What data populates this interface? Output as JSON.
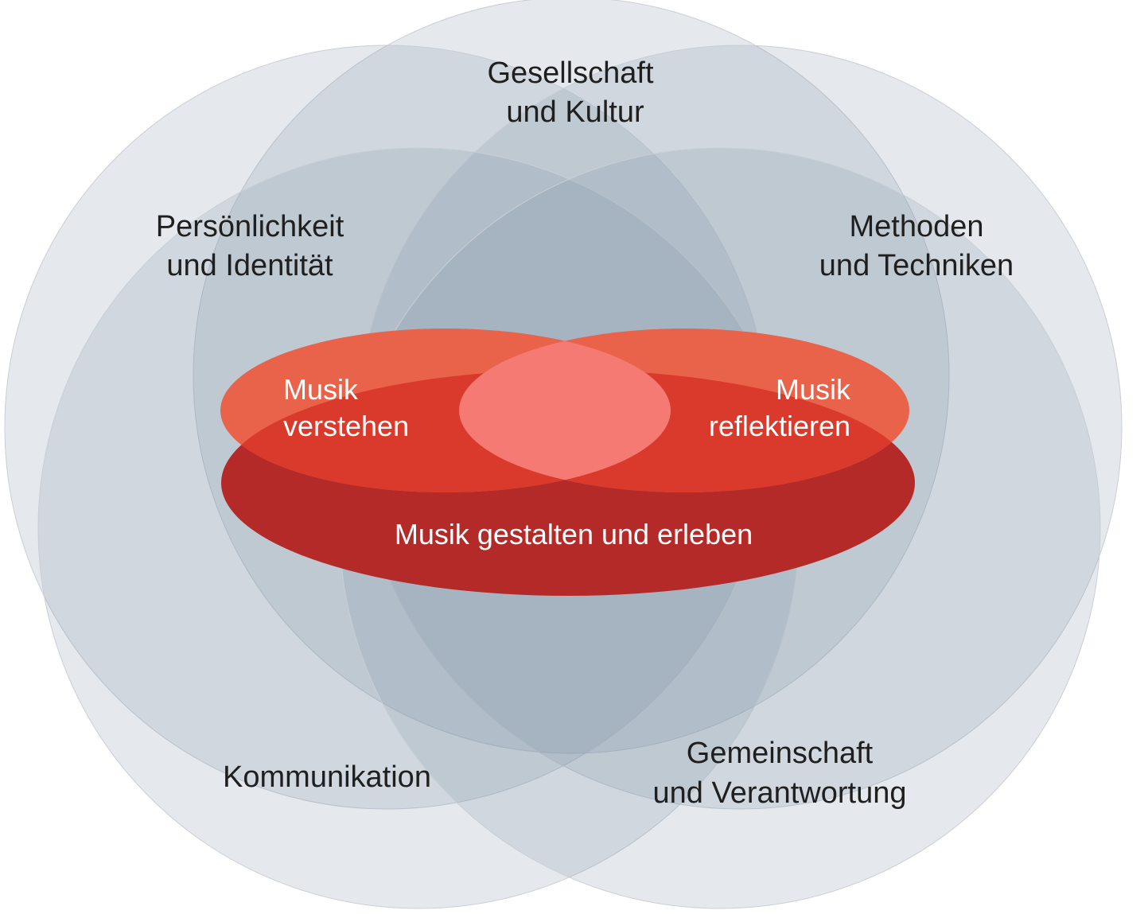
{
  "colors": {
    "outer_circle_fill": "#7f8fa3",
    "outer_circle_stroke": "#c9ced6",
    "label_text": "#1f1f1f",
    "ellipse_upper": "#e8634a",
    "ellipse_lower": "#b32a28",
    "ellipse_overlap": "#da3a2b",
    "lens_center": "#f47a73",
    "white_text": "#ffffff"
  },
  "circles": {
    "gesellschaft": {
      "line1": "Gesellschaft",
      "line2": "und Kultur"
    },
    "persoenlichkeit": {
      "line1": "Persönlichkeit",
      "line2": "und Identität"
    },
    "methoden": {
      "line1": "Methoden",
      "line2": "und Techniken"
    },
    "kommunikation": {
      "line1": "Kommunikation"
    },
    "gemeinschaft": {
      "line1": "Gemeinschaft",
      "line2": "und Verantwortung"
    }
  },
  "core": {
    "verstehen": {
      "line1": "Musik",
      "line2": "verstehen"
    },
    "reflektieren": {
      "line1": "Musik",
      "line2": "reflektieren"
    },
    "gestalten": {
      "label": "Musik gestalten und erleben"
    }
  }
}
